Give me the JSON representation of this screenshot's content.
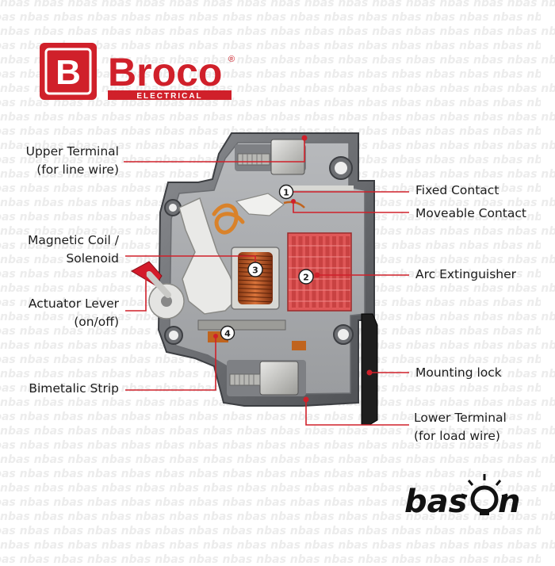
{
  "brand": {
    "logo_letter": "B",
    "name": "Broco",
    "registered": "®",
    "subtitle": "ELECTRICAL",
    "color": "#d0202a"
  },
  "watermark": {
    "text": "nbas",
    "color": "#ececec"
  },
  "labels": {
    "upper_terminal": [
      "Upper Terminal",
      "(for line wire)"
    ],
    "magnetic_coil": [
      "Magnetic Coil /",
      "Solenoid"
    ],
    "actuator_lever": [
      "Actuator Lever",
      "(on/off)"
    ],
    "bimetalic_strip": "Bimetalic Strip",
    "fixed_contact": "Fixed Contact",
    "moveable_contact": "Moveable Contact",
    "arc_extinguisher": "Arc Extinguisher",
    "mounting_lock": "Mounting lock",
    "lower_terminal": [
      "Lower Terminal",
      "(for load wire)"
    ]
  },
  "markers": [
    "1",
    "2",
    "3",
    "4"
  ],
  "footer_logo": {
    "text_before": "bas",
    "text_after": "n"
  },
  "colors": {
    "callout_line": "#d0202a",
    "label_text": "#1c1c1c",
    "housing": "#5e6064",
    "arc_chute": "#e05858"
  }
}
